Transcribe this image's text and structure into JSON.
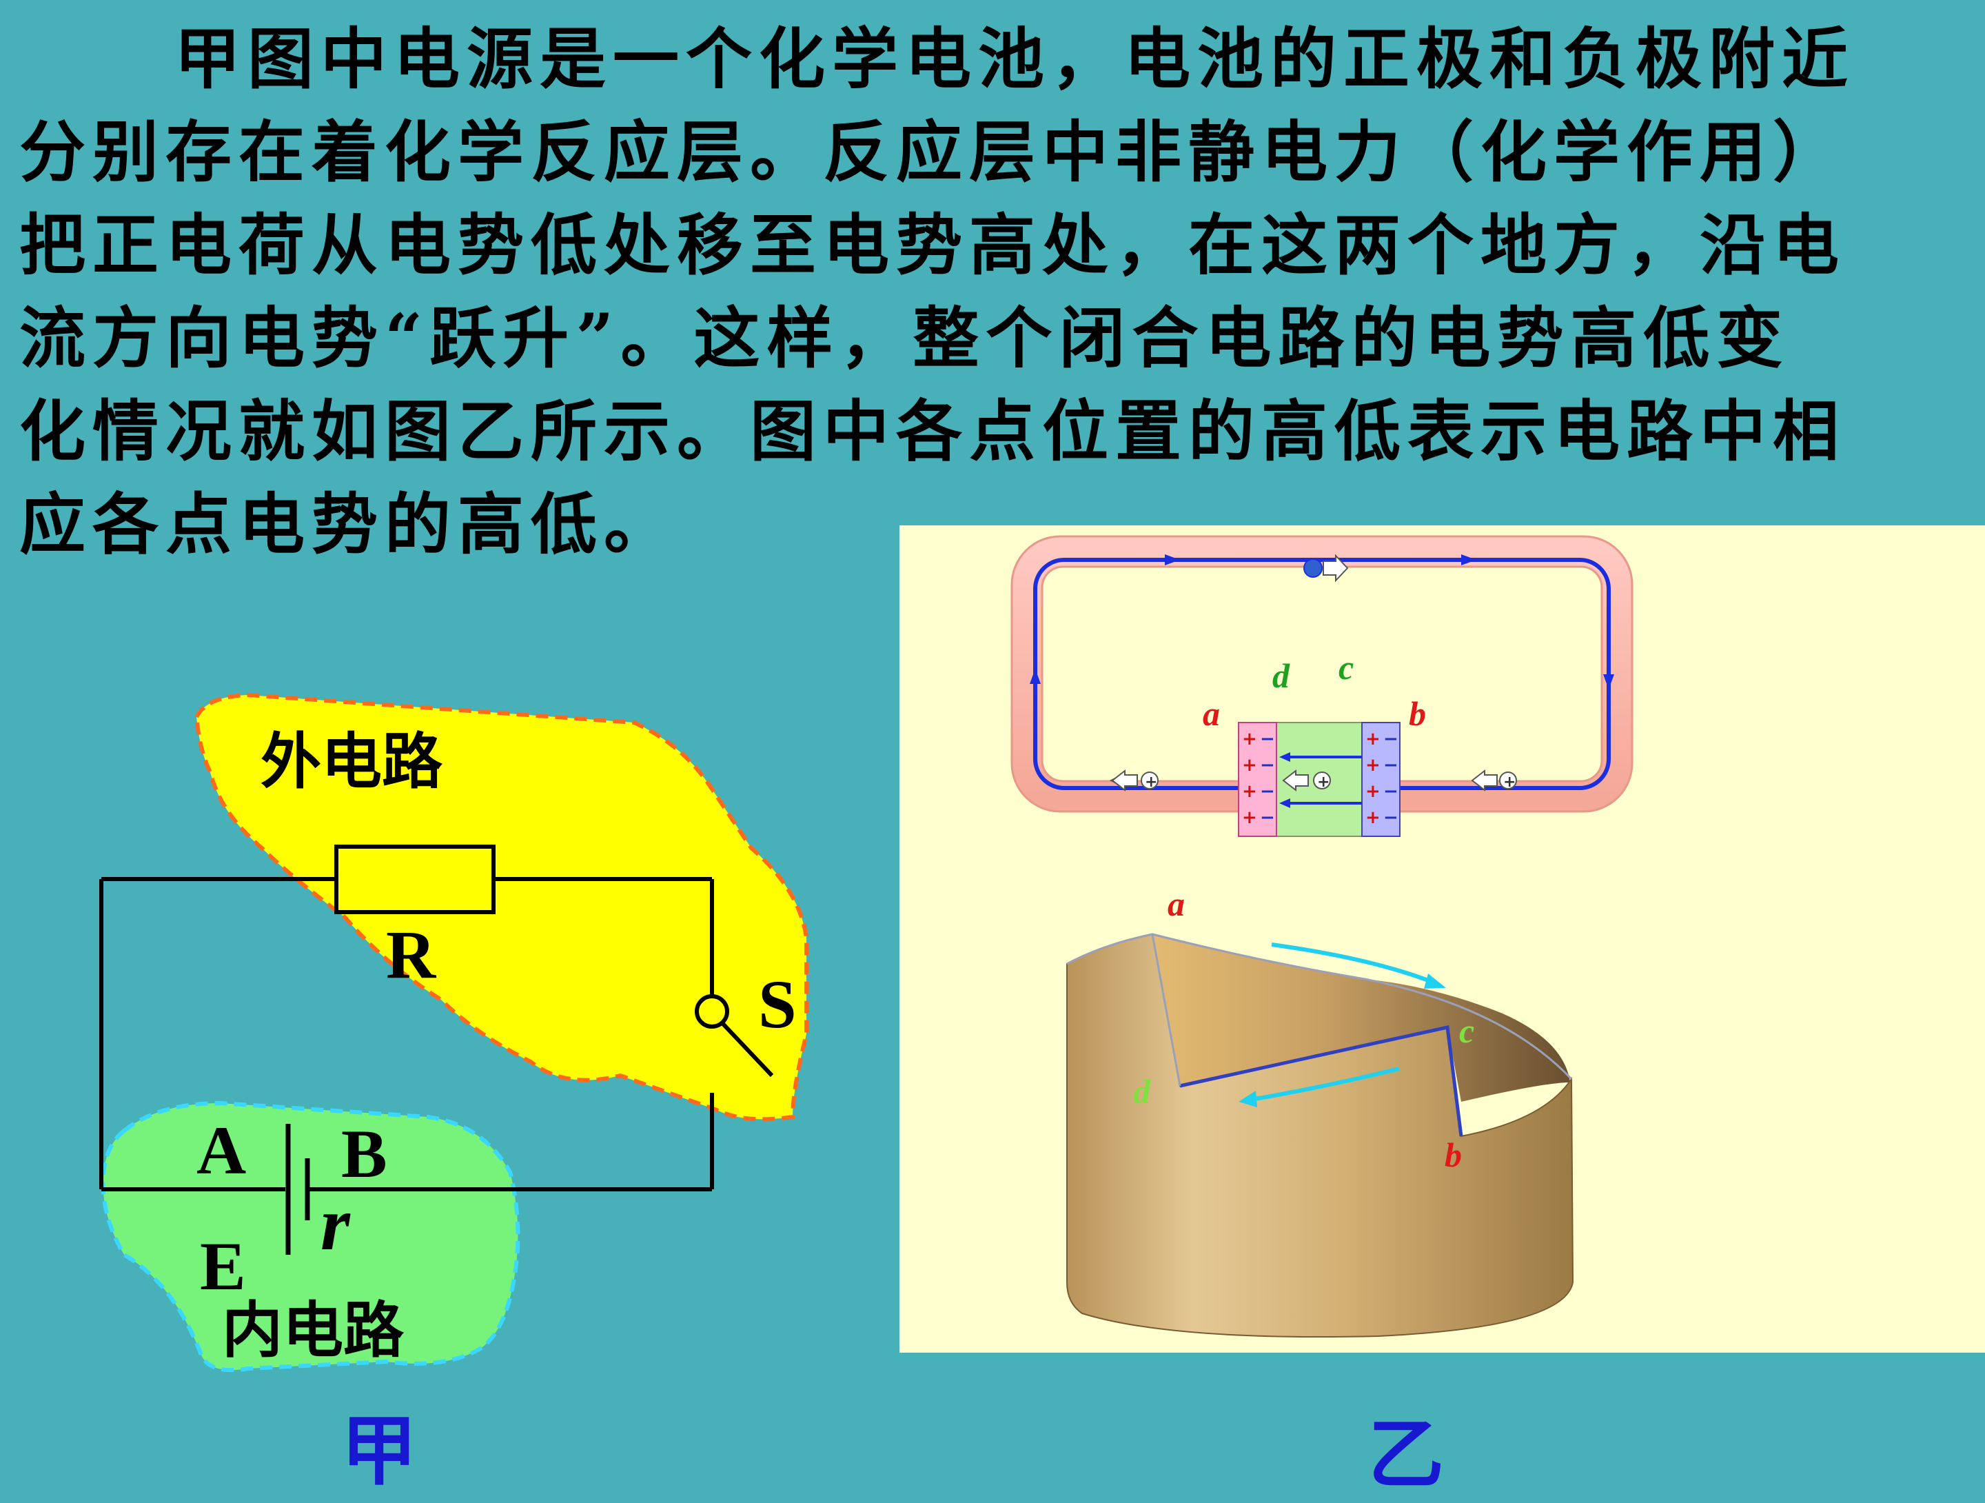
{
  "paragraph": {
    "lines": [
      "甲图中电源是一个化学电池，电池的正极和负极附近",
      "分别存在着化学反应层。反应层中非静电力（化学作用）",
      "把正电荷从电势低处移至电势高处，在这两个地方，沿电",
      "流方向电势“跃升”。这样，整个闭合电路的电势高低变",
      "化情况就如图乙所示。图中各点位置的高低表示电路中相",
      "应各点电势的高低。"
    ]
  },
  "figure_jia": {
    "caption": "甲",
    "external_label": "外电路",
    "internal_label": "内电路",
    "resistor_label": "R",
    "switch_label": "S",
    "terminal_a": "A",
    "terminal_b": "B",
    "emf_label": "E",
    "internal_resistance_label": "r",
    "colors": {
      "external_region": "#ffff00",
      "internal_region": "#77f27a",
      "external_border": "#ff6a1a",
      "internal_border": "#3ad8ff"
    }
  },
  "figure_yi": {
    "caption": "乙",
    "circuit": {
      "point_a": "a",
      "point_b": "b",
      "point_c": "c",
      "point_d": "d",
      "plus": "+",
      "minus": "−",
      "colors": {
        "wire": "#1a2ee0",
        "left_layer": "#ffb4d6",
        "right_layer": "#b8b8ff",
        "middle": "#b8f0a0"
      }
    },
    "cylinder": {
      "point_a": "a",
      "point_b": "b",
      "point_c": "c",
      "point_d": "d",
      "colors": {
        "body": "#d6b478",
        "arrow": "#20d0f0",
        "edge": "#3040c0"
      }
    },
    "background": "#ffffd0"
  }
}
